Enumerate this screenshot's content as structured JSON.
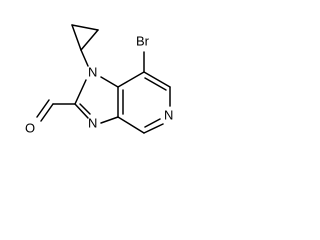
{
  "structure": {
    "atoms": {
      "br": "Br",
      "n1": "N",
      "n3": "N",
      "n5": "N",
      "o": "O"
    }
  }
}
